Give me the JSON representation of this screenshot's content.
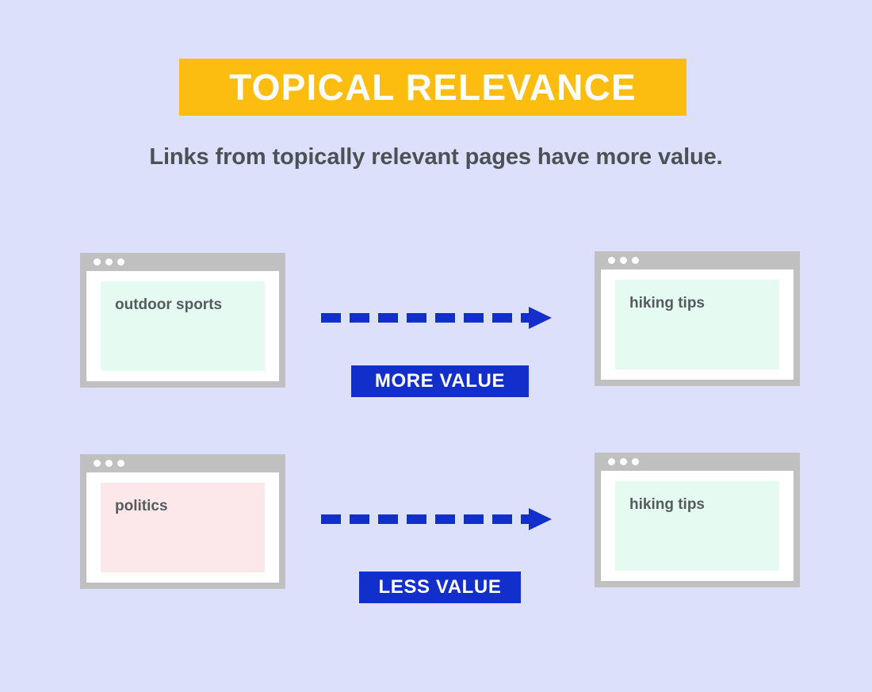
{
  "header": {
    "title": "TOPICAL RELEVANCE",
    "subtitle": "Links from topically relevant pages have more value.",
    "banner_color": "#FCBD10",
    "title_text_color": "#FFFFFF",
    "subtitle_color": "#4B5155"
  },
  "theme": {
    "background": "#DDE0FB",
    "accent_blue": "#122FCC",
    "window_frame": "#C0C0C0",
    "window_body": "#FFFFFF",
    "relevant_panel": "#E5FAF0",
    "irrelevant_panel": "#FCE7EA",
    "label_text": "#555B5E"
  },
  "rows": [
    {
      "id": "more-value",
      "source": {
        "label": "outdoor sports",
        "panel_tone": "mint",
        "dots": [
          "dot-1",
          "dot-2",
          "dot-3"
        ]
      },
      "connector": {
        "arrow": "dashed-arrow-right",
        "badge": "MORE VALUE"
      },
      "target": {
        "label": "hiking tips",
        "panel_tone": "mint",
        "dots": [
          "dot-1",
          "dot-2",
          "dot-3"
        ]
      }
    },
    {
      "id": "less-value",
      "source": {
        "label": "politics",
        "panel_tone": "pink",
        "dots": [
          "dot-1",
          "dot-2",
          "dot-3"
        ]
      },
      "connector": {
        "arrow": "dashed-arrow-right",
        "badge": "LESS VALUE"
      },
      "target": {
        "label": "hiking tips",
        "panel_tone": "mint",
        "dots": [
          "dot-1",
          "dot-2",
          "dot-3"
        ]
      }
    }
  ]
}
